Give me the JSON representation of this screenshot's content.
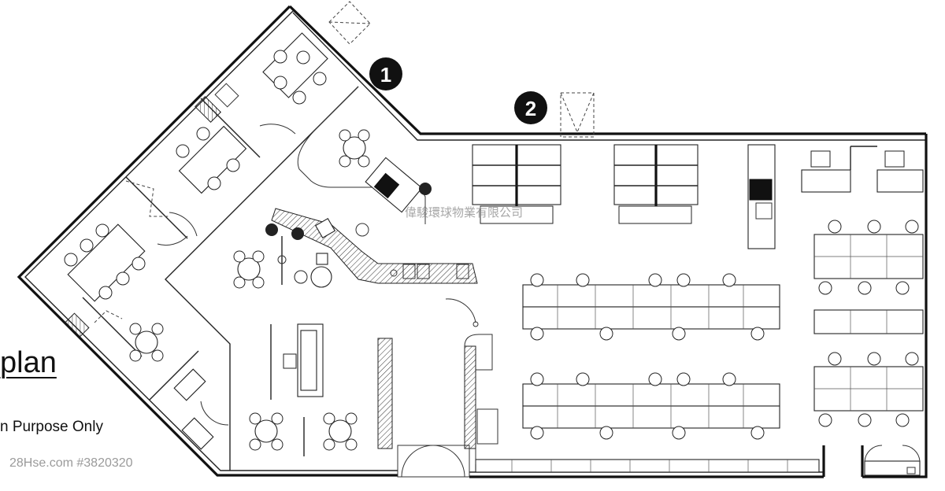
{
  "title_fragment": "plan",
  "purpose_note": "n Purpose Only",
  "watermark": "28Hse.com #3820320",
  "company_watermark": "偉駿環球物業有限公司",
  "markers": [
    {
      "label": "1"
    },
    {
      "label": "2"
    }
  ],
  "colors": {
    "line": "#111111",
    "background": "#ffffff",
    "marker_fill": "#111111",
    "watermark": "#9a9a9a"
  }
}
